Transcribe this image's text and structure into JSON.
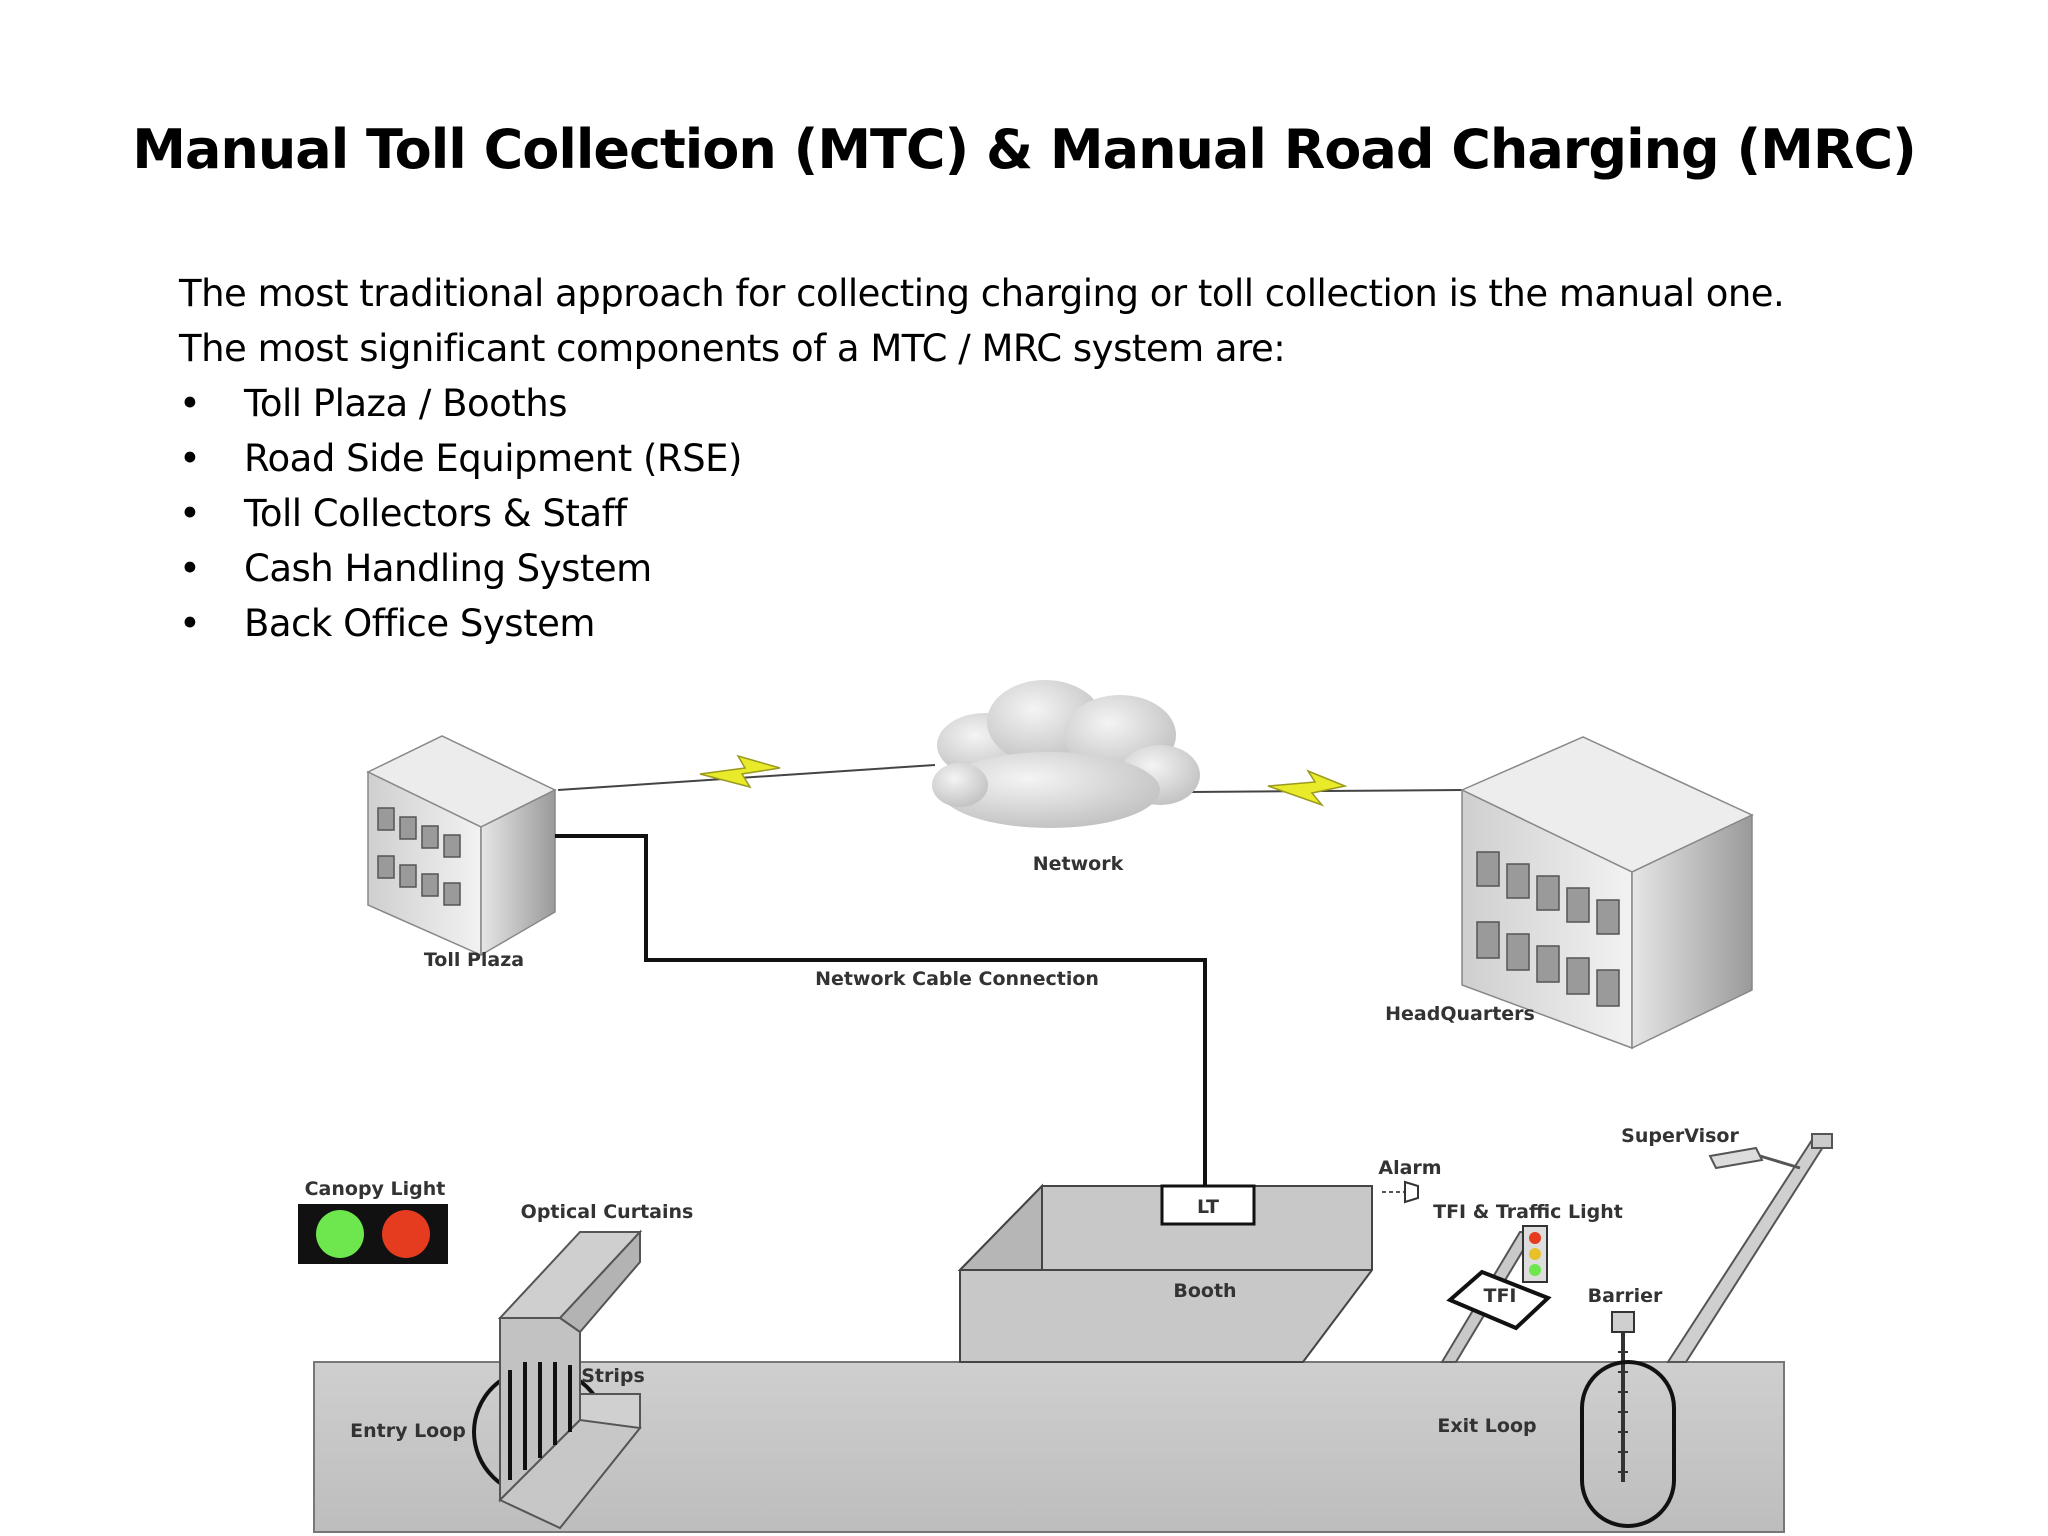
{
  "title": "Manual Toll Collection (MTC) & Manual Road Charging (MRC)",
  "intro": {
    "line1": "The most traditional approach for collecting charging or toll collection is the manual one.",
    "line2": "The most significant components of a MTC / MRC system are:",
    "bullet_symbol": "•",
    "bullets": [
      "Toll Plaza / Booths",
      "Road Side Equipment (RSE)",
      "Toll Collectors & Staff",
      "Cash Handling System",
      "Back Office System"
    ]
  },
  "diagram": {
    "labels": {
      "network": "Network",
      "toll_plaza": "Toll Plaza",
      "network_cable": "Network Cable Connection",
      "headquarters": "HeadQuarters",
      "canopy_light": "Canopy Light",
      "optical_curtains": "Optical Curtains",
      "strips": "Strips",
      "entry_loop": "Entry Loop",
      "lt": "LT",
      "booth": "Booth",
      "alarm": "Alarm",
      "tfi_traffic_light": "TFI & Traffic Light",
      "tfi": "TFI",
      "supervisor": "SuperVisor",
      "barrier": "Barrier",
      "exit_loop": "Exit Loop"
    },
    "colors": {
      "canopy_green": "#6ee64e",
      "canopy_red": "#e53b1f",
      "lightning": "#e8ea2a",
      "road": "#c9c9c9",
      "cable": "#111111"
    }
  }
}
